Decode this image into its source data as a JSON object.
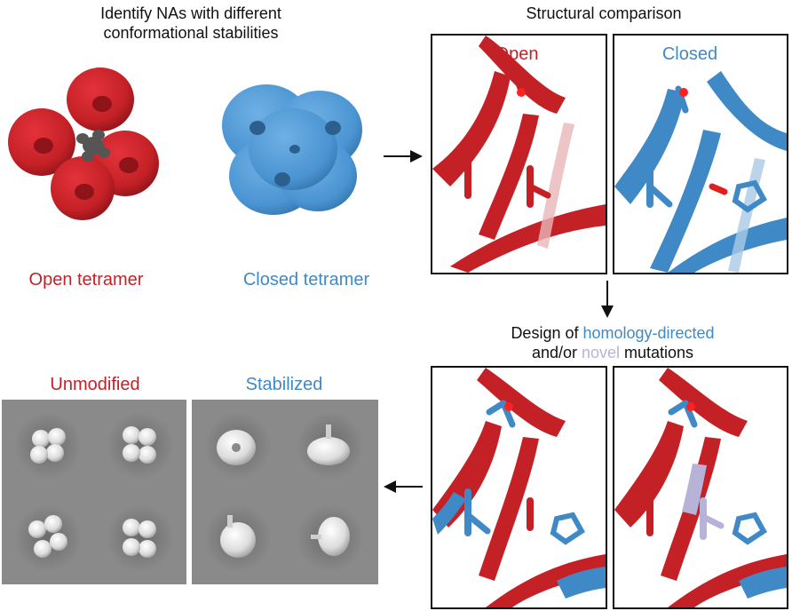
{
  "top_left": {
    "title_line1": "Identify NAs with different",
    "title_line2": "conformational stabilities",
    "open_label": "Open tetramer",
    "closed_label": "Closed tetramer"
  },
  "top_right": {
    "title": "Structural comparison",
    "panel_open_label": "Open",
    "panel_closed_label": "Closed"
  },
  "design": {
    "prefix": "Design of ",
    "homology": "homology-directed",
    "and_or": "and/or ",
    "novel": "novel",
    "suffix": " mutations"
  },
  "bottom_left": {
    "unmodified_label": "Unmodified",
    "stabilized_label": "Stabilized"
  },
  "colors": {
    "open_red": "#c42127",
    "closed_blue": "#3f8ac6",
    "novel_lavender": "#b7b3d8",
    "core_gray": "#555555",
    "em_background": "#8a8a8a"
  },
  "icons": [
    "arrow-right-icon",
    "arrow-down-icon",
    "arrow-left-icon"
  ]
}
